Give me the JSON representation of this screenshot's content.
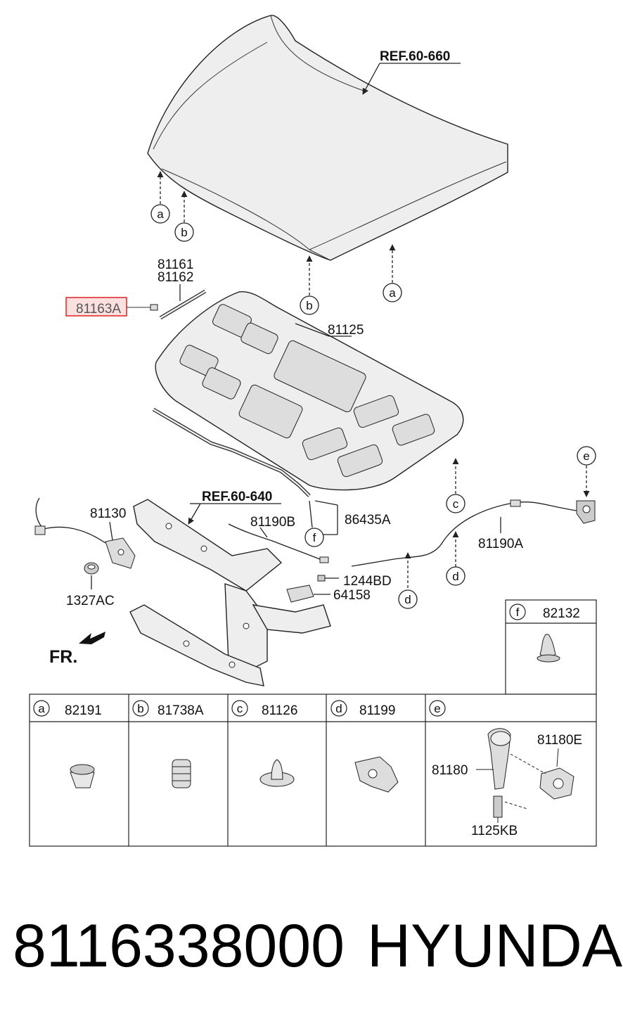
{
  "labels": {
    "ref_hood": "REF.60-660",
    "ref_panel": "REF.60-640",
    "l_81161": "81161",
    "l_81162": "81162",
    "l_81163a": "81163A",
    "l_81125": "81125",
    "l_81130": "81130",
    "l_1327ac": "1327AC",
    "l_81190b": "81190B",
    "l_86435a": "86435A",
    "l_81190a": "81190A",
    "l_1244bd": "1244BD",
    "l_64158": "64158",
    "fr": "FR."
  },
  "callouts": {
    "a": "a",
    "b": "b",
    "c": "c",
    "d": "d",
    "e": "e",
    "f": "f"
  },
  "legend": {
    "f_part": "82132",
    "cells": [
      {
        "letter": "a",
        "part": "82191"
      },
      {
        "letter": "b",
        "part": "81738A"
      },
      {
        "letter": "c",
        "part": "81126"
      },
      {
        "letter": "d",
        "part": "81199"
      },
      {
        "letter": "e",
        "part": ""
      }
    ],
    "e_parts": {
      "p1": "81180E",
      "p2": "81180",
      "p3": "1125KB"
    }
  },
  "highlight": {
    "color": "#e03030",
    "fill": "#fbe0e0"
  },
  "footer": {
    "part_number": "8116338000",
    "brand": "HYUNDAI"
  }
}
